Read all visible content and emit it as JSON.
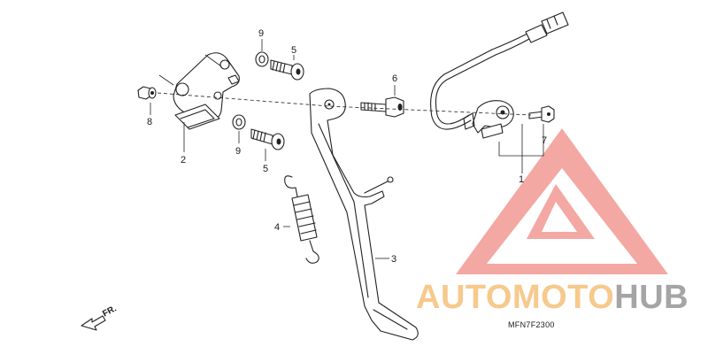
{
  "diagram": {
    "figure_code": "MFN7F2300",
    "front_marker": "FR.",
    "callouts": [
      {
        "id": "1",
        "text": "1"
      },
      {
        "id": "2",
        "text": "2"
      },
      {
        "id": "3",
        "text": "3"
      },
      {
        "id": "4",
        "text": "4"
      },
      {
        "id": "5a",
        "text": "5"
      },
      {
        "id": "5b",
        "text": "5"
      },
      {
        "id": "6",
        "text": "6"
      },
      {
        "id": "7",
        "text": "7"
      },
      {
        "id": "8",
        "text": "8"
      },
      {
        "id": "9a",
        "text": "9"
      },
      {
        "id": "9b",
        "text": "9"
      }
    ]
  },
  "watermark": {
    "part1": "AUTO",
    "part2": "MOTO",
    "part3": "HUB",
    "triangle_color": "#f29a93",
    "text_color_primary": "#f6c98c",
    "text_color_secondary": "#a5a5a5"
  }
}
